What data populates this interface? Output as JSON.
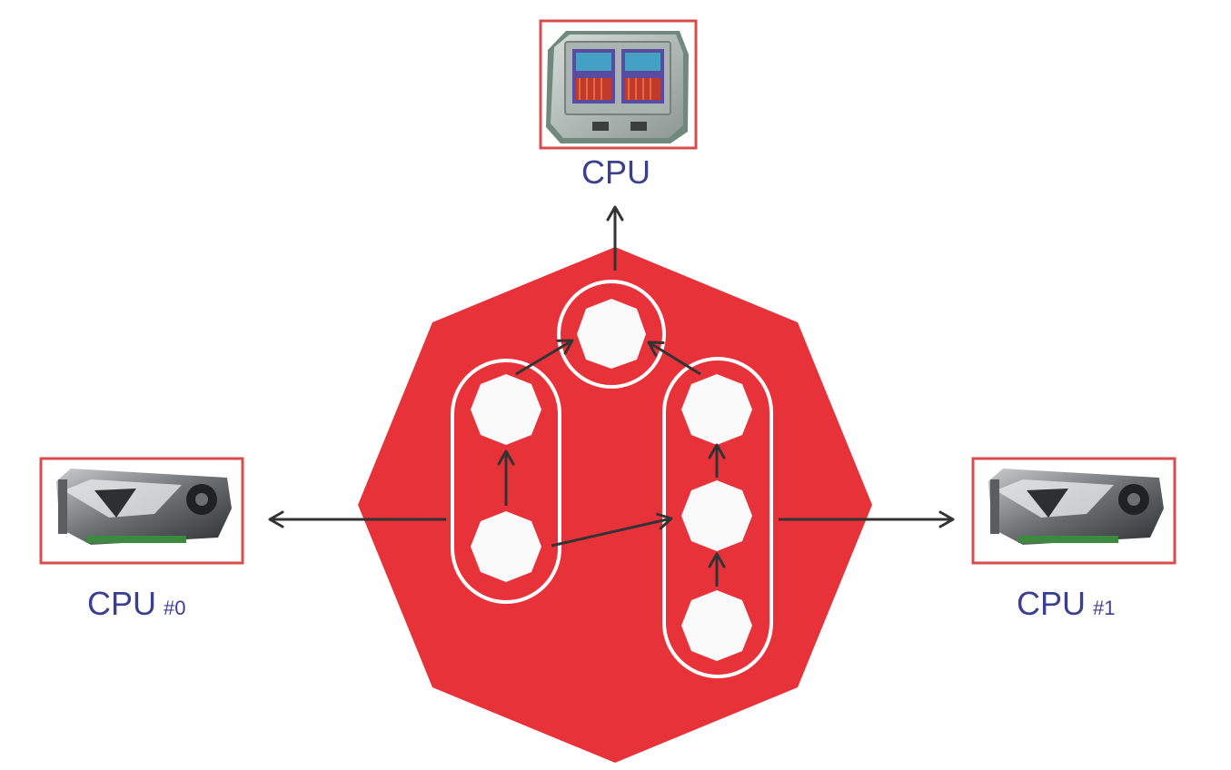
{
  "devices": {
    "top": {
      "label": "CPU",
      "icon": "cpu-chip-icon"
    },
    "left": {
      "label": "CPU",
      "index": "#0",
      "icon": "graphics-card-icon"
    },
    "right": {
      "label": "CPU",
      "index": "#1",
      "icon": "graphics-card-icon"
    }
  },
  "colors": {
    "main_octagon": "#e8323a",
    "node_fill": "#fafafa",
    "group_outline": "#ffffff",
    "arrow": "#333333",
    "label": "#3a3f8f",
    "frame": "#d94c4c"
  }
}
